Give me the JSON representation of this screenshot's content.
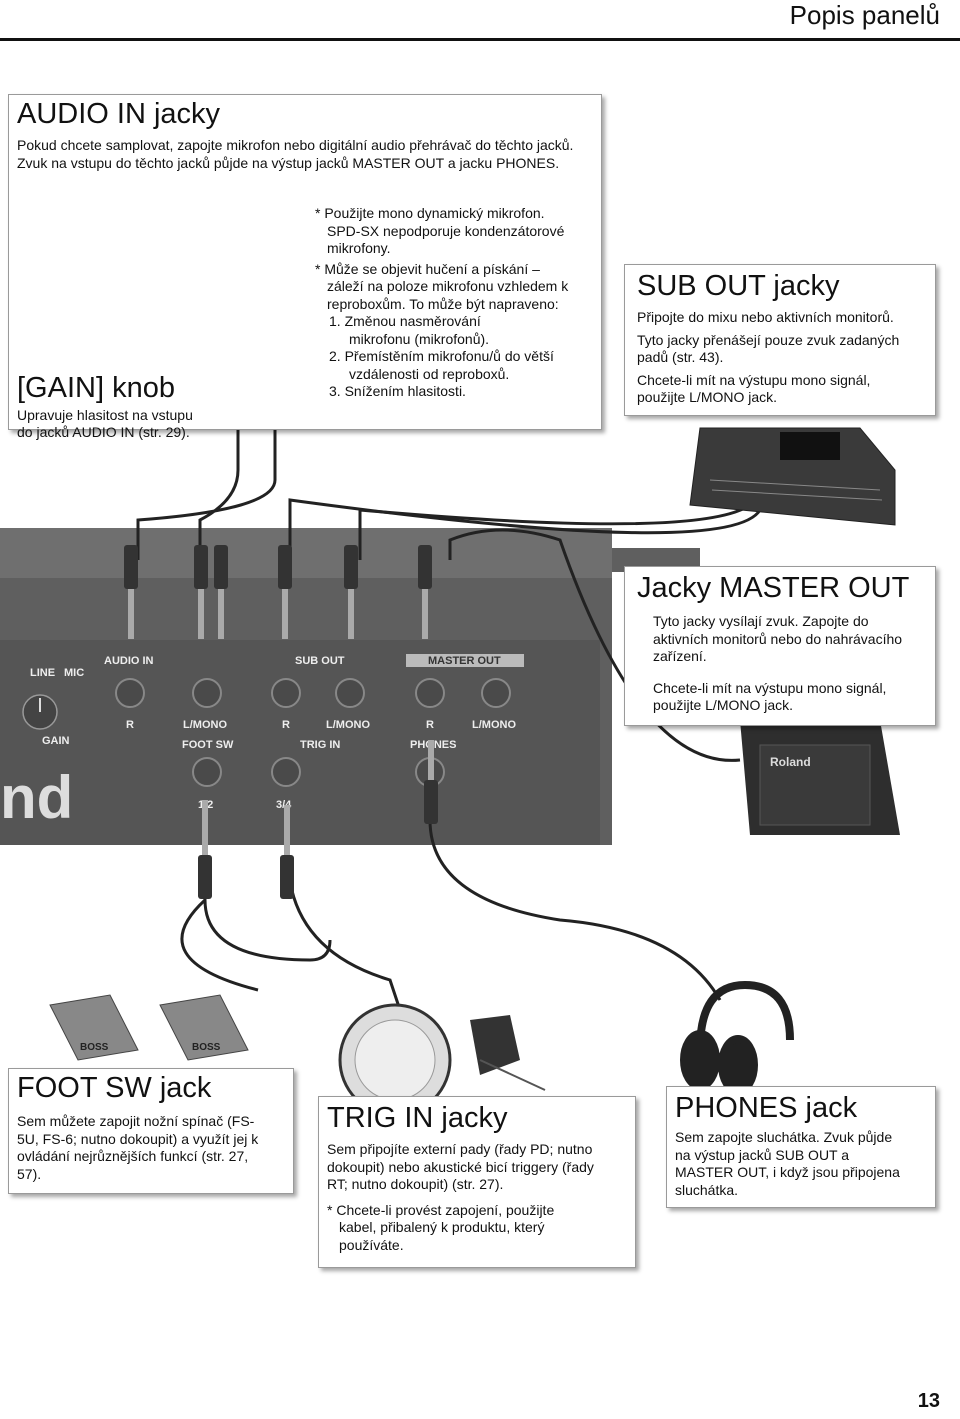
{
  "header": {
    "title": "Popis panelů"
  },
  "audio_in": {
    "title": "AUDIO IN jacky",
    "desc": "Pokud chcete samplovat, zapojte mikrofon nebo digitální audio přehrávač do těchto jacků. Zvuk na vstupu do těchto jacků půjde na výstup jacků MASTER OUT a jacku PHONES.",
    "note1_l1": "* Použijte mono dynamický mikrofon.",
    "note1_l2": "SPD-SX nepodporuje kondenzátorové",
    "note1_l3": "mikrofony.",
    "note2_l1": "* Může se objevit hučení a pískání –",
    "note2_l2": "záleží na poloze mikrofonu vzhledem k",
    "note2_l3": "reproboxům. To může být napraveno:",
    "fix1_l1": "1. Změnou nasměrování",
    "fix1_l2": "mikrofonu (mikrofonů).",
    "fix2_l1": "2. Přemístěním mikrofonu/ů do větší",
    "fix2_l2": "vzdálenosti od reproboxů.",
    "fix3": "3. Snížením hlasitosti."
  },
  "gain": {
    "title": "[GAIN] knob",
    "l1": "Upravuje hlasitost na vstupu",
    "l2": "do jacků AUDIO IN (str. 29)."
  },
  "sub_out": {
    "title": "SUB OUT jacky",
    "p1": "Připojte do mixu nebo aktivních monitorů.",
    "p2_l1": "Tyto jacky přenášejí pouze zvuk zadaných",
    "p2_l2": "padů (str. 43).",
    "p3_l1": "Chcete-li mít na výstupu mono signál,",
    "p3_l2": "použijte L/MONO jack."
  },
  "master_out": {
    "title": "Jacky MASTER OUT",
    "p1_l1": "Tyto jacky vysílají zvuk. Zapojte do",
    "p1_l2": "aktivních monitorů nebo do nahrávacího",
    "p1_l3": "zařízení.",
    "p2_l1": "Chcete-li mít na výstupu mono signál,",
    "p2_l2": "použijte L/MONO jack."
  },
  "device": {
    "brand": "nd",
    "monitor_brand": "Roland",
    "label_line": "LINE",
    "label_mic": "MIC",
    "label_gain": "GAIN",
    "label_audio_in": "AUDIO IN",
    "label_sub_out": "SUB OUT",
    "label_master_out": "MASTER OUT",
    "label_r1": "R",
    "label_lmono1": "L/MONO",
    "label_r2": "R",
    "label_lmono2": "L/MONO",
    "label_r3": "R",
    "label_lmono3": "L/MONO",
    "label_foot_sw": "FOOT SW",
    "label_trig_in": "TRIG IN",
    "label_phones": "PHONES",
    "label_12": "1/2",
    "label_34": "3/4"
  },
  "foot_sw": {
    "title": "FOOT SW jack",
    "l1": "Sem můžete zapojit nožní spínač (FS-",
    "l2": "5U, FS-6; nutno dokoupit) a využít jej k",
    "l3": "ovládání nejrůznějších funkcí (str. 27,",
    "l4": "57).",
    "pedal_label": "BOSS"
  },
  "trig_in": {
    "title": "TRIG IN jacky",
    "l1": "Sem připojíte externí pady (řady PD; nutno",
    "l2": "dokoupit) nebo akustické bicí triggery (řady",
    "l3": "RT; nutno dokoupit) (str. 27).",
    "n1": "* Chcete-li provést zapojení, použijte",
    "n2": "kabel, přibalený k produktu, který",
    "n3": "používáte."
  },
  "phones": {
    "title": "PHONES jack",
    "l1": "Sem zapojte sluchátka. Zvuk půjde",
    "l2": "na výstup jacků SUB OUT a",
    "l3": "MASTER OUT, i když jsou připojena",
    "l4": "sluchátka."
  },
  "page_number": "13"
}
